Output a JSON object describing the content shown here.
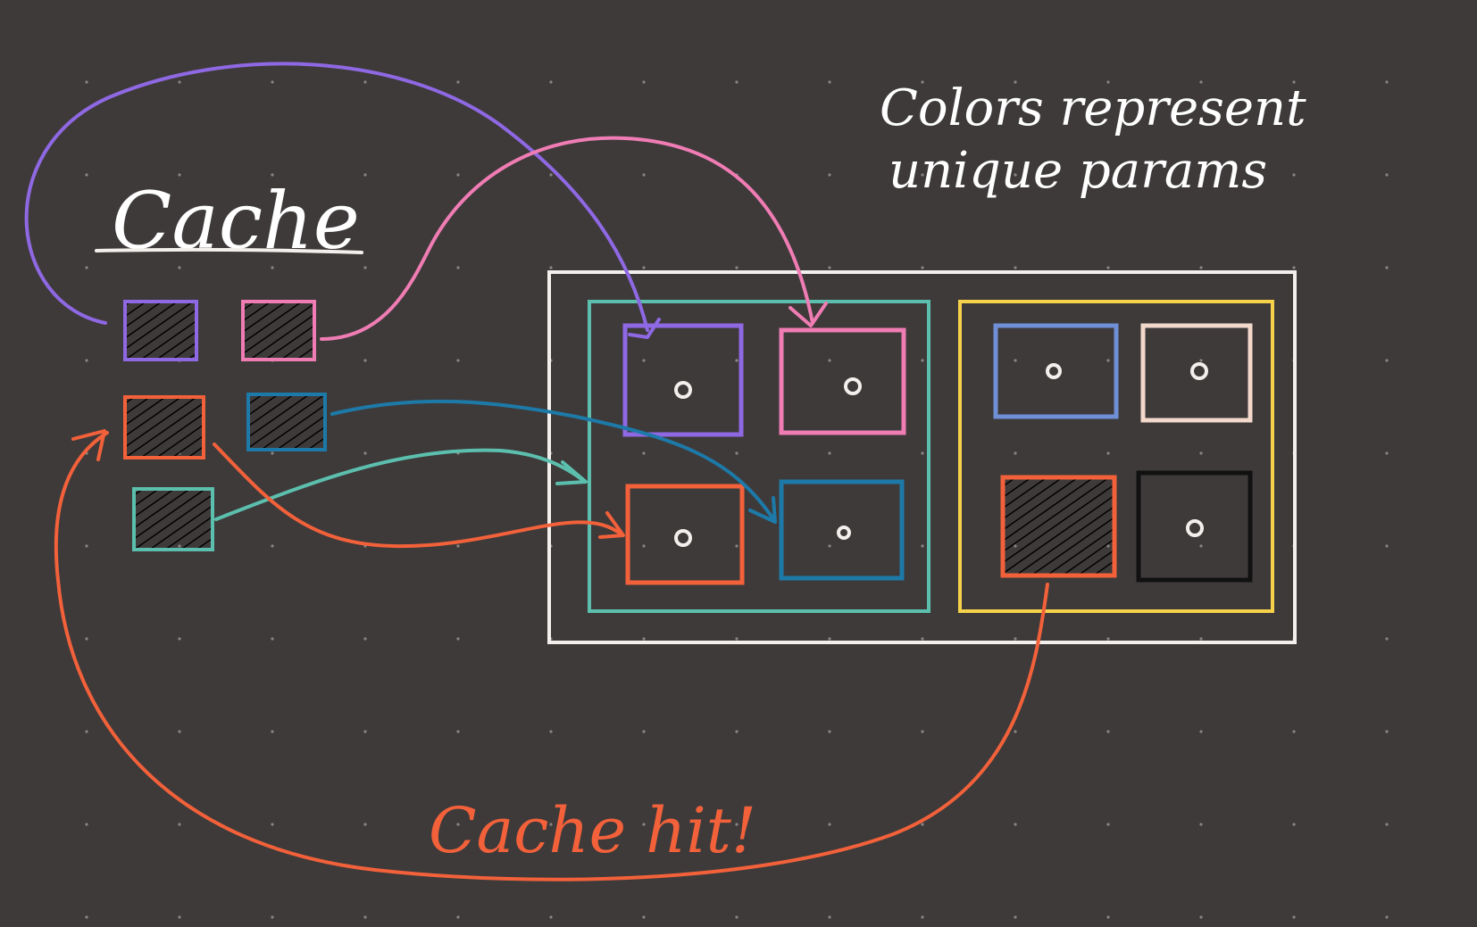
{
  "title": "Cache",
  "note": {
    "line1": "Colors represent",
    "line2": "unique params"
  },
  "annotation": "Cache hit!",
  "colors": {
    "background": "#3e3a3a",
    "dots": "#8a8585",
    "white": "#f2f0ec",
    "purple": "#8f68e3",
    "pink": "#f07cb4",
    "orange": "#f2613a",
    "blue": "#1d7aa8",
    "teal": "#5cbfad",
    "yellow": "#f5d24a",
    "periwinkle": "#6f8fd6",
    "peach": "#f3d8cc",
    "black": "#111111"
  },
  "cache_items": [
    "purple",
    "pink",
    "orange",
    "blue",
    "teal"
  ],
  "groups": [
    {
      "color": "teal",
      "cells": [
        "purple",
        "pink",
        "orange",
        "blue"
      ]
    },
    {
      "color": "yellow",
      "cells": [
        "periwinkle",
        "peach",
        "orange",
        "black"
      ]
    }
  ],
  "cached_cell": {
    "group": 1,
    "cell": 2
  }
}
